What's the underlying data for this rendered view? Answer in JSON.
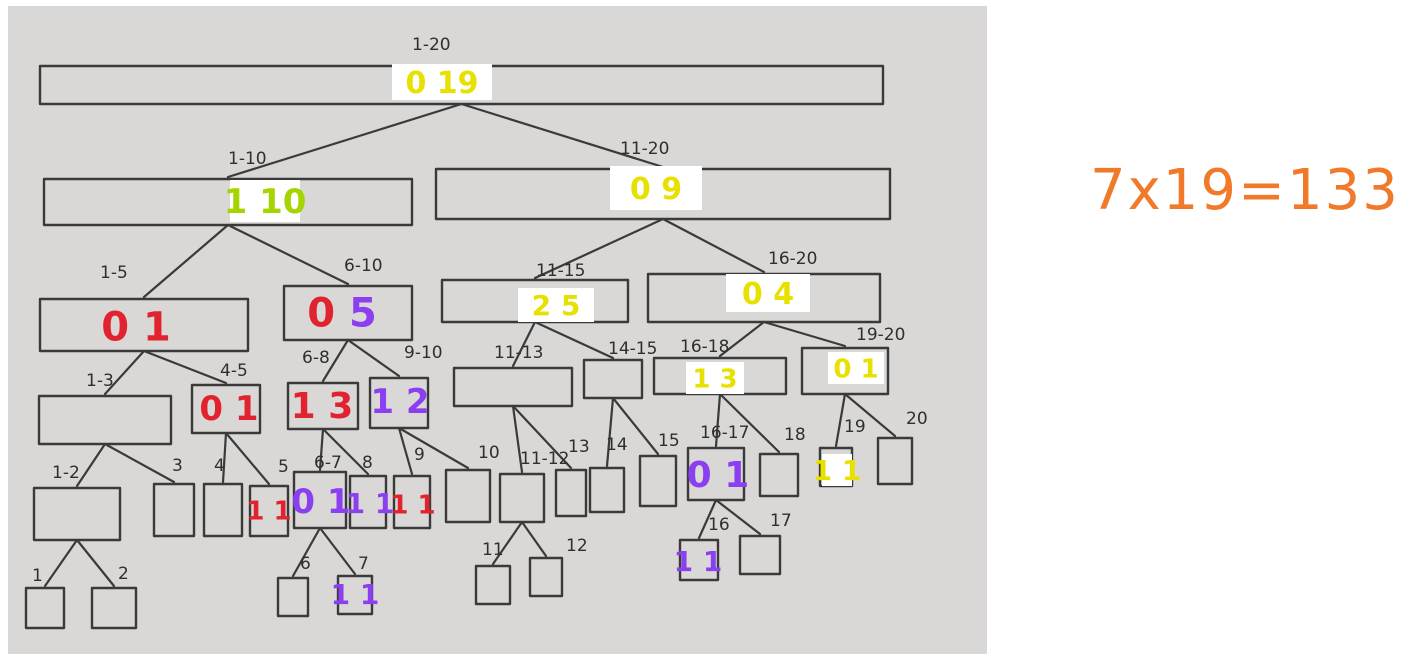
{
  "formula": "7x19=133",
  "colors": {
    "yellow": "#e8e100",
    "green": "#a6d400",
    "red": "#e1232f",
    "purple": "#8b3ff0",
    "orange": "#f07a2a"
  },
  "nodes": [
    {
      "id": "n1-20",
      "range": "1-20",
      "tag": "0 19",
      "tag_color": "yellow"
    },
    {
      "id": "n1-10",
      "range": "1-10",
      "tag": "1 10",
      "tag_color": "green"
    },
    {
      "id": "n11-20",
      "range": "11-20",
      "tag": "0 9",
      "tag_color": "yellow"
    },
    {
      "id": "n1-5",
      "range": "1-5",
      "tag": "0 1",
      "tag_color": "red"
    },
    {
      "id": "n6-10",
      "range": "6-10",
      "tag": "0 5",
      "tag_color": "red",
      "tag_color2": "purple"
    },
    {
      "id": "n11-15",
      "range": "11-15",
      "tag": "2 5",
      "tag_color": "yellow"
    },
    {
      "id": "n16-20",
      "range": "16-20",
      "tag": "0 4",
      "tag_color": "yellow"
    },
    {
      "id": "n1-3",
      "range": "1-3",
      "tag": "",
      "tag_color": ""
    },
    {
      "id": "n4-5",
      "range": "4-5",
      "tag": "0 1",
      "tag_color": "red"
    },
    {
      "id": "n6-8",
      "range": "6-8",
      "tag": "1 3",
      "tag_color": "red"
    },
    {
      "id": "n9-10",
      "range": "9-10",
      "tag": "1 2",
      "tag_color": "purple"
    },
    {
      "id": "n11-13",
      "range": "11-13",
      "tag": "",
      "tag_color": ""
    },
    {
      "id": "n14-15",
      "range": "14-15",
      "tag": "",
      "tag_color": ""
    },
    {
      "id": "n16-18",
      "range": "16-18",
      "tag": "1 3",
      "tag_color": "yellow"
    },
    {
      "id": "n19-20",
      "range": "19-20",
      "tag": "0 1",
      "tag_color": "yellow"
    },
    {
      "id": "n1-2",
      "range": "1-2",
      "tag": "",
      "tag_color": ""
    },
    {
      "id": "n3",
      "range": "3",
      "tag": "",
      "tag_color": ""
    },
    {
      "id": "n4",
      "range": "4",
      "tag": "",
      "tag_color": ""
    },
    {
      "id": "n5",
      "range": "5",
      "tag": "1 1",
      "tag_color": "red"
    },
    {
      "id": "n6-7",
      "range": "6-7",
      "tag": "0 1",
      "tag_color": "purple"
    },
    {
      "id": "n8",
      "range": "8",
      "tag": "1 1",
      "tag_color": "purple"
    },
    {
      "id": "n9",
      "range": "9",
      "tag": "1 1",
      "tag_color": "red"
    },
    {
      "id": "n10",
      "range": "10",
      "tag": "",
      "tag_color": ""
    },
    {
      "id": "n11-12",
      "range": "11-12",
      "tag": "",
      "tag_color": ""
    },
    {
      "id": "n13",
      "range": "13",
      "tag": "",
      "tag_color": ""
    },
    {
      "id": "n14",
      "range": "14",
      "tag": "",
      "tag_color": ""
    },
    {
      "id": "n15",
      "range": "15",
      "tag": "",
      "tag_color": ""
    },
    {
      "id": "n16-17",
      "range": "16-17",
      "tag": "0 1",
      "tag_color": "purple"
    },
    {
      "id": "n18",
      "range": "18",
      "tag": "",
      "tag_color": ""
    },
    {
      "id": "n19",
      "range": "19",
      "tag": "1 1",
      "tag_color": "yellow"
    },
    {
      "id": "n20",
      "range": "20",
      "tag": "",
      "tag_color": ""
    },
    {
      "id": "n1",
      "range": "1",
      "tag": "",
      "tag_color": ""
    },
    {
      "id": "n2",
      "range": "2",
      "tag": "",
      "tag_color": ""
    },
    {
      "id": "n6",
      "range": "6",
      "tag": "",
      "tag_color": ""
    },
    {
      "id": "n7",
      "range": "7",
      "tag": "1 1",
      "tag_color": "purple"
    },
    {
      "id": "n11",
      "range": "11",
      "tag": "",
      "tag_color": ""
    },
    {
      "id": "n12",
      "range": "12",
      "tag": "",
      "tag_color": ""
    },
    {
      "id": "n16",
      "range": "16",
      "tag": "1 1",
      "tag_color": "purple"
    },
    {
      "id": "n17",
      "range": "17",
      "tag": "",
      "tag_color": ""
    }
  ]
}
